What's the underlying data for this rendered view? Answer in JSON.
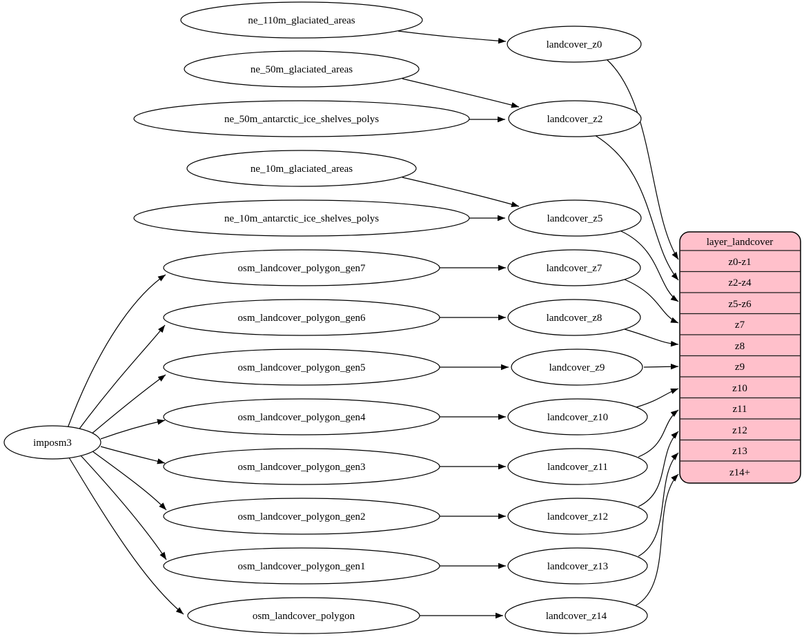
{
  "diagram": {
    "root": {
      "label": "imposm3"
    },
    "sources": [
      {
        "label": "ne_110m_glaciated_areas"
      },
      {
        "label": "ne_50m_glaciated_areas"
      },
      {
        "label": "ne_50m_antarctic_ice_shelves_polys"
      },
      {
        "label": "ne_10m_glaciated_areas"
      },
      {
        "label": "ne_10m_antarctic_ice_shelves_polys"
      },
      {
        "label": "osm_landcover_polygon_gen7"
      },
      {
        "label": "osm_landcover_polygon_gen6"
      },
      {
        "label": "osm_landcover_polygon_gen5"
      },
      {
        "label": "osm_landcover_polygon_gen4"
      },
      {
        "label": "osm_landcover_polygon_gen3"
      },
      {
        "label": "osm_landcover_polygon_gen2"
      },
      {
        "label": "osm_landcover_polygon_gen1"
      },
      {
        "label": "osm_landcover_polygon"
      }
    ],
    "transforms": [
      {
        "label": "landcover_z0"
      },
      {
        "label": "landcover_z2"
      },
      {
        "label": "landcover_z5"
      },
      {
        "label": "landcover_z7"
      },
      {
        "label": "landcover_z8"
      },
      {
        "label": "landcover_z9"
      },
      {
        "label": "landcover_z10"
      },
      {
        "label": "landcover_z11"
      },
      {
        "label": "landcover_z12"
      },
      {
        "label": "landcover_z13"
      },
      {
        "label": "landcover_z14"
      }
    ],
    "table": {
      "title": "layer_landcover",
      "rows": [
        "z0-z1",
        "z2-z4",
        "z5-z6",
        "z7",
        "z8",
        "z9",
        "z10",
        "z11",
        "z12",
        "z13",
        "z14+"
      ]
    },
    "edges": [
      {
        "from": "imposm3",
        "to": "osm_landcover_polygon_gen7"
      },
      {
        "from": "imposm3",
        "to": "osm_landcover_polygon_gen6"
      },
      {
        "from": "imposm3",
        "to": "osm_landcover_polygon_gen5"
      },
      {
        "from": "imposm3",
        "to": "osm_landcover_polygon_gen4"
      },
      {
        "from": "imposm3",
        "to": "osm_landcover_polygon_gen3"
      },
      {
        "from": "imposm3",
        "to": "osm_landcover_polygon_gen2"
      },
      {
        "from": "imposm3",
        "to": "osm_landcover_polygon_gen1"
      },
      {
        "from": "imposm3",
        "to": "osm_landcover_polygon"
      },
      {
        "from": "ne_110m_glaciated_areas",
        "to": "landcover_z0"
      },
      {
        "from": "ne_50m_glaciated_areas",
        "to": "landcover_z2"
      },
      {
        "from": "ne_50m_antarctic_ice_shelves_polys",
        "to": "landcover_z2"
      },
      {
        "from": "ne_10m_glaciated_areas",
        "to": "landcover_z5"
      },
      {
        "from": "ne_10m_antarctic_ice_shelves_polys",
        "to": "landcover_z5"
      },
      {
        "from": "osm_landcover_polygon_gen7",
        "to": "landcover_z7"
      },
      {
        "from": "osm_landcover_polygon_gen6",
        "to": "landcover_z8"
      },
      {
        "from": "osm_landcover_polygon_gen5",
        "to": "landcover_z9"
      },
      {
        "from": "osm_landcover_polygon_gen4",
        "to": "landcover_z10"
      },
      {
        "from": "osm_landcover_polygon_gen3",
        "to": "landcover_z11"
      },
      {
        "from": "osm_landcover_polygon_gen2",
        "to": "landcover_z12"
      },
      {
        "from": "osm_landcover_polygon_gen1",
        "to": "landcover_z13"
      },
      {
        "from": "osm_landcover_polygon",
        "to": "landcover_z14"
      },
      {
        "from": "landcover_z0",
        "to": "layer_landcover.z0-z1"
      },
      {
        "from": "landcover_z2",
        "to": "layer_landcover.z2-z4"
      },
      {
        "from": "landcover_z5",
        "to": "layer_landcover.z5-z6"
      },
      {
        "from": "landcover_z7",
        "to": "layer_landcover.z7"
      },
      {
        "from": "landcover_z8",
        "to": "layer_landcover.z8"
      },
      {
        "from": "landcover_z9",
        "to": "layer_landcover.z9"
      },
      {
        "from": "landcover_z10",
        "to": "layer_landcover.z10"
      },
      {
        "from": "landcover_z11",
        "to": "layer_landcover.z11"
      },
      {
        "from": "landcover_z12",
        "to": "layer_landcover.z12"
      },
      {
        "from": "landcover_z13",
        "to": "layer_landcover.z13"
      },
      {
        "from": "landcover_z14",
        "to": "layer_landcover.z14+"
      }
    ],
    "colors": {
      "table_fill": "#ffc0cb",
      "node_fill": "#ffffff",
      "stroke": "#000000"
    }
  }
}
